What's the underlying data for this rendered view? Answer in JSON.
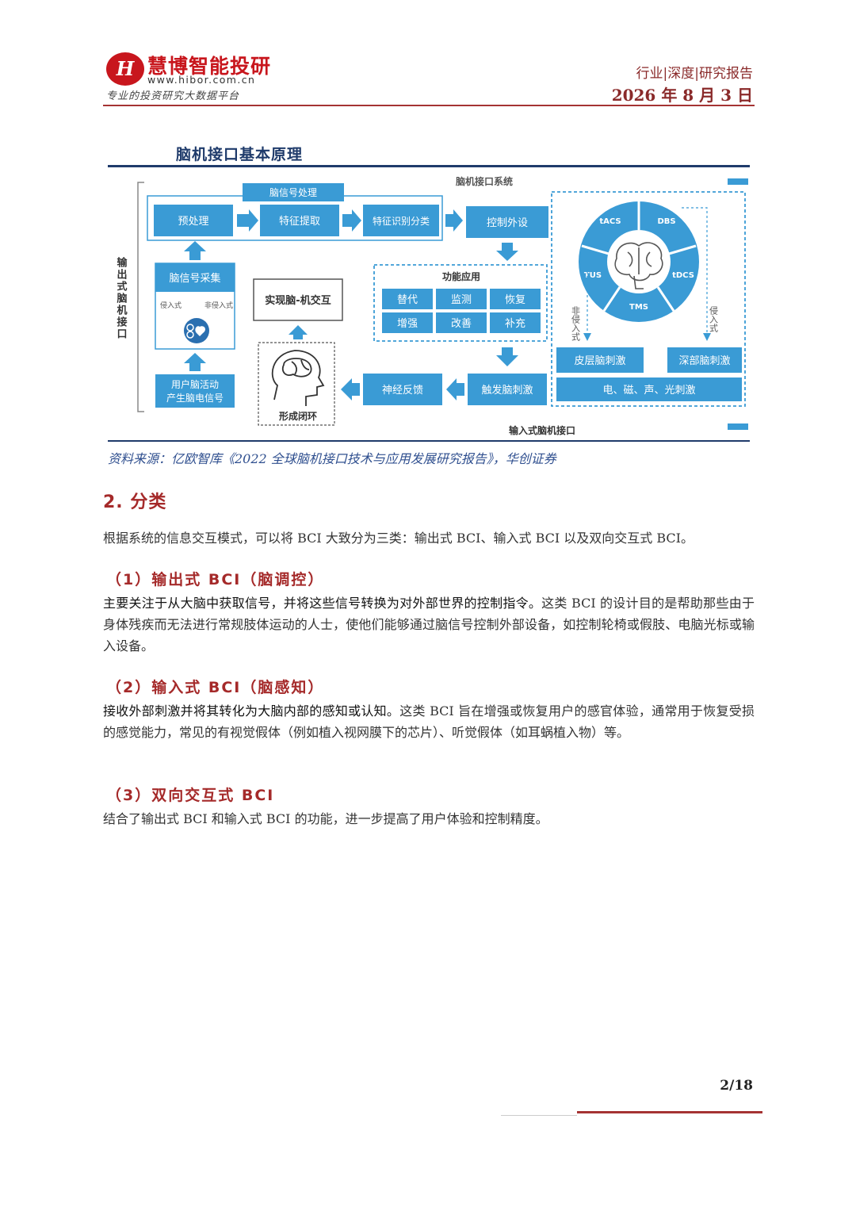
{
  "header": {
    "logo_mark": "H",
    "logo_name": "慧博智能投研",
    "logo_url": "www.hibor.com.cn",
    "logo_slogan": "专业的投资研究大数据平台",
    "report_type": "行业|深度|研究报告",
    "date": "2026 年 8 月 3 日"
  },
  "figure": {
    "title": "脑机接口基本原理",
    "labels": {
      "system": "脑机接口系统",
      "signal_processing": "脑信号处理",
      "preprocess": "预处理",
      "feature_extract": "特征提取",
      "feature_classify": "特征识别分类",
      "control_device": "控制外设",
      "output_bci": "输出式脑机接口",
      "signal_acquire": "脑信号采集",
      "invasive": "侵入式",
      "non_invasive": "非侵入式",
      "user_activity": "用户脑活动",
      "user_activity_2": "产生脑电信号",
      "interaction": "实现脑-机交互",
      "closed_loop": "形成闭环",
      "function_app": "功能应用",
      "app_replace": "替代",
      "app_monitor": "监测",
      "app_restore": "恢复",
      "app_enhance": "增强",
      "app_improve": "改善",
      "app_supplement": "补充",
      "neuro_feedback": "神经反馈",
      "trigger_stim": "触发脑刺激",
      "input_bci": "输入式脑机接口",
      "wheel_tacs": "tACS",
      "wheel_dbs": "DBS",
      "wheel_tus": "TUS",
      "wheel_tdcs": "tDCS",
      "wheel_tms": "TMS",
      "side_non_invasive": "非侵入式",
      "side_invasive": "侵入式",
      "cortical_stim": "皮层脑刺激",
      "deep_stim": "深部脑刺激",
      "stim_types": "电、磁、声、光刺激"
    },
    "source": "资料来源：亿欧智库《2022 全球脑机接口技术与应用发展研究报告》，华创证券"
  },
  "section": {
    "heading": "2. 分类",
    "intro": "根据系统的信息交互模式，可以将 BCI 大致分为三类：输出式 BCI、输入式 BCI 以及双向交互式 BCI。",
    "items": [
      {
        "heading": "（1）输出式 BCI（脑调控）",
        "lead": "主要关注于从大脑中获取信号，并将这些信号转换为对外部世界的控制指令。",
        "body": "这类 BCI 的设计目的是帮助那些由于身体残疾而无法进行常规肢体运动的人士，使他们能够通过脑信号控制外部设备，如控制轮椅或假肢、电脑光标或输入设备。"
      },
      {
        "heading": "（2）输入式 BCI（脑感知）",
        "lead": "接收外部刺激并将其转化为大脑内部的感知或认知。",
        "body": "这类 BCI 旨在增强或恢复用户的感官体验，通常用于恢复受损的感觉能力，常见的有视觉假体（例如植入视网膜下的芯片）、听觉假体（如耳蜗植入物）等。"
      },
      {
        "heading": "（3）双向交互式 BCI",
        "lead": "",
        "body": "结合了输出式 BCI 和输入式 BCI 的功能，进一步提高了用户体验和控制精度。"
      }
    ]
  },
  "footer": {
    "page": "2/18"
  },
  "colors": {
    "accent_red": "#a52a2a",
    "navy": "#1f3b6b",
    "diagram_blue": "#3a9bd5"
  }
}
